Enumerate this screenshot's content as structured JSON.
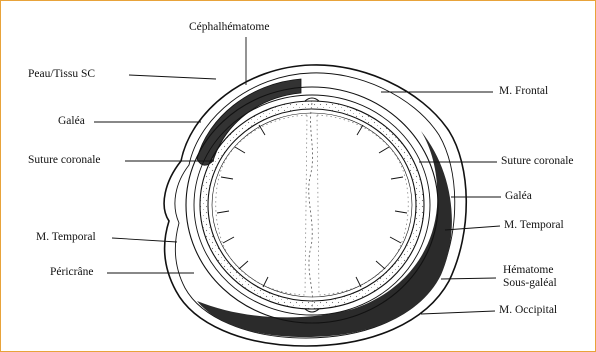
{
  "labels": {
    "cephalhematome": "Céphalhématome",
    "peau_tissu_sc": "Peau/Tissu SC",
    "galea_left": "Galéa",
    "suture_coronale_left": "Suture coronale",
    "m_temporal_left": "M. Temporal",
    "pericrane": "Péricrâne",
    "m_frontal": "M. Frontal",
    "suture_coronale_right": "Suture coronale",
    "galea_right": "Galéa",
    "m_temporal_right": "M. Temporal",
    "hematome_line1": "Hématome",
    "hematome_line2": "Sous-galéal",
    "m_occipital": "M. Occipital"
  },
  "colors": {
    "frame_border": "#e8a33a",
    "ink": "#111111",
    "hematoma_fill": "#2b2b2b"
  }
}
